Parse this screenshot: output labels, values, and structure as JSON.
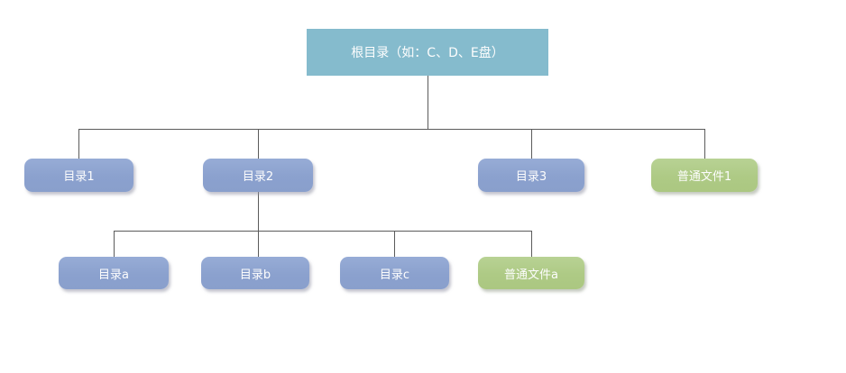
{
  "diagram": {
    "type": "tree",
    "description": "File system directory structure tree",
    "colors": {
      "root_fill": "#85bbcd",
      "directory_fill": "#8ba1ce",
      "file_fill": "#aeca85",
      "node_text": "#fdfdfd",
      "connector_line": "#5b5b5b",
      "background": "#ffffff"
    },
    "root": {
      "label": "根目录（如：C、D、E盘）",
      "kind": "root"
    },
    "children": [
      {
        "label": "目录1",
        "kind": "directory"
      },
      {
        "label": "目录2",
        "kind": "directory",
        "children": [
          {
            "label": "目录a",
            "kind": "directory"
          },
          {
            "label": "目录b",
            "kind": "directory"
          },
          {
            "label": "目录c",
            "kind": "directory"
          },
          {
            "label": "普通文件a",
            "kind": "file"
          }
        ]
      },
      {
        "label": "目录3",
        "kind": "directory"
      },
      {
        "label": "普通文件1",
        "kind": "file"
      }
    ]
  }
}
